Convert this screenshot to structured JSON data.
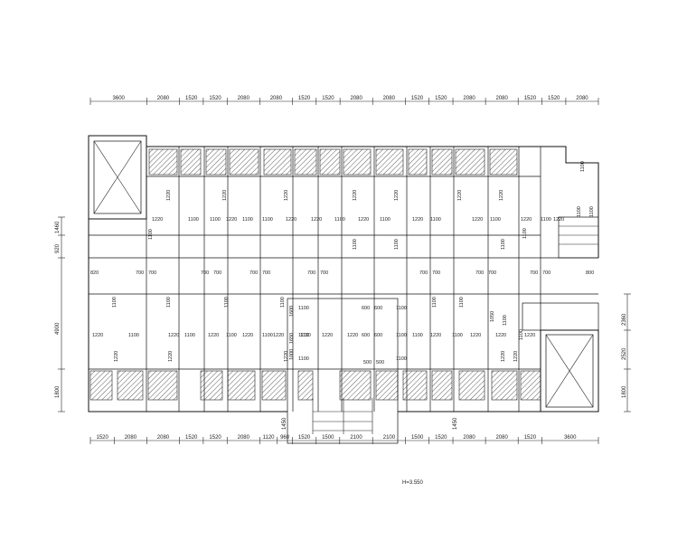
{
  "drawing": {
    "top_dims": [
      "3600",
      "2080",
      "1520",
      "1520",
      "2080",
      "2080",
      "1520",
      "1520",
      "2080",
      "2080",
      "1520",
      "1520",
      "2080",
      "2080",
      "1520",
      "1520",
      "2080"
    ],
    "bottom_dims": [
      "1520",
      "2080",
      "2080",
      "1520",
      "1520",
      "2080",
      "1120",
      "960",
      "1520",
      "1500",
      "2100",
      "2100",
      "1500",
      "1520",
      "2080",
      "2080",
      "1520",
      "3600"
    ],
    "left_dims": [
      "1460",
      "920",
      "4900",
      "1800"
    ],
    "right_dims": [
      "2360",
      "2520",
      "1800"
    ],
    "stair_dims": [
      "1450",
      "1450"
    ],
    "elevation": "H=3.550",
    "labels": {
      "l1220": "1220",
      "l1100": "1100",
      "l700": "700",
      "l600": "600",
      "l500": "500",
      "l820": "820",
      "l800": "800",
      "l1050": "1050",
      "l1600": "1600",
      "l1650": "1650",
      "l1000": "1000"
    }
  }
}
